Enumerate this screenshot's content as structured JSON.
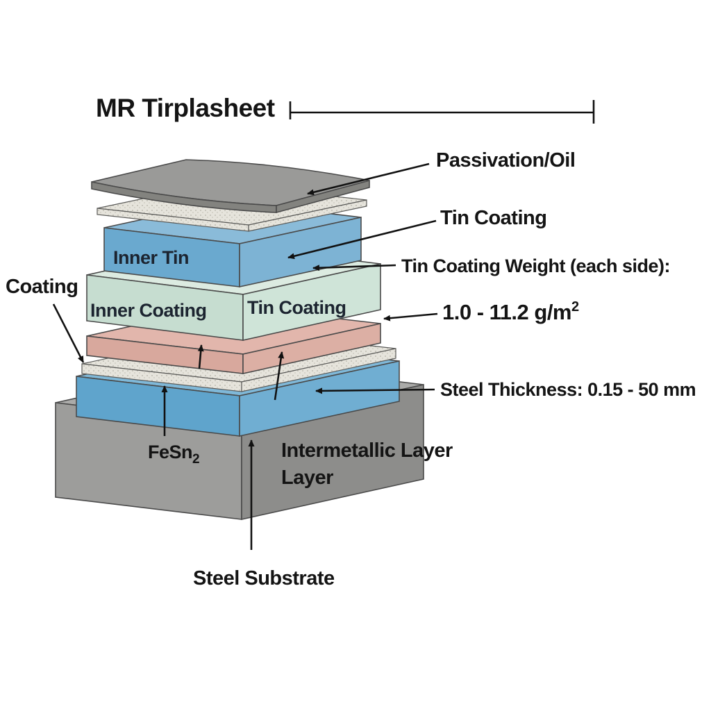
{
  "diagram": {
    "title": "MR Tirplasheet",
    "stack_labels": {
      "inner_tin": "Inner Tin",
      "inner_coating": "Inner Coating",
      "tin_coating": "Tin Coating"
    },
    "callouts": {
      "passivation": "Passivation/Oil",
      "tin_coating": "Tin Coating",
      "tin_coating_weight": "Tin Coating Weight (each side):",
      "coating_weight_value": "1.0 - 11.2 g/m",
      "coating_weight_sup": "2",
      "steel_thickness": "Steel Thickness: 0.15 - 50 mm",
      "intermetallic_line1": "Intermetallic Layer",
      "intermetallic_line2": "Layer",
      "fesn": "FeSn",
      "fesn_sub": "2",
      "steel_substrate": "Steel Substrate",
      "coating": "Coating"
    },
    "colors": {
      "sheet_gray": "#9a9a98",
      "sheet_gray_edge": "#83837f",
      "speckle_fill": "#e6e4dc",
      "tin_blue_top": "#8abbd9",
      "tin_blue_front": "#6aa9cf",
      "tin_blue_side": "#7db3d4",
      "green_top": "#dcebe1",
      "green_front": "#c6ddd0",
      "green_side": "#cfe4d8",
      "pink_top": "#e2b6ac",
      "pink_front": "#d8a89d",
      "pink_side": "#dcafa4",
      "steel_blue_top": "#7fb8d8",
      "steel_blue_front": "#5fa4cc",
      "steel_blue_side": "#70aed2",
      "substrate_top": "#ababa9",
      "substrate_front": "#9d9d9b",
      "substrate_side": "#8d8d8b",
      "arrow": "#111111",
      "text": "#141414"
    }
  }
}
